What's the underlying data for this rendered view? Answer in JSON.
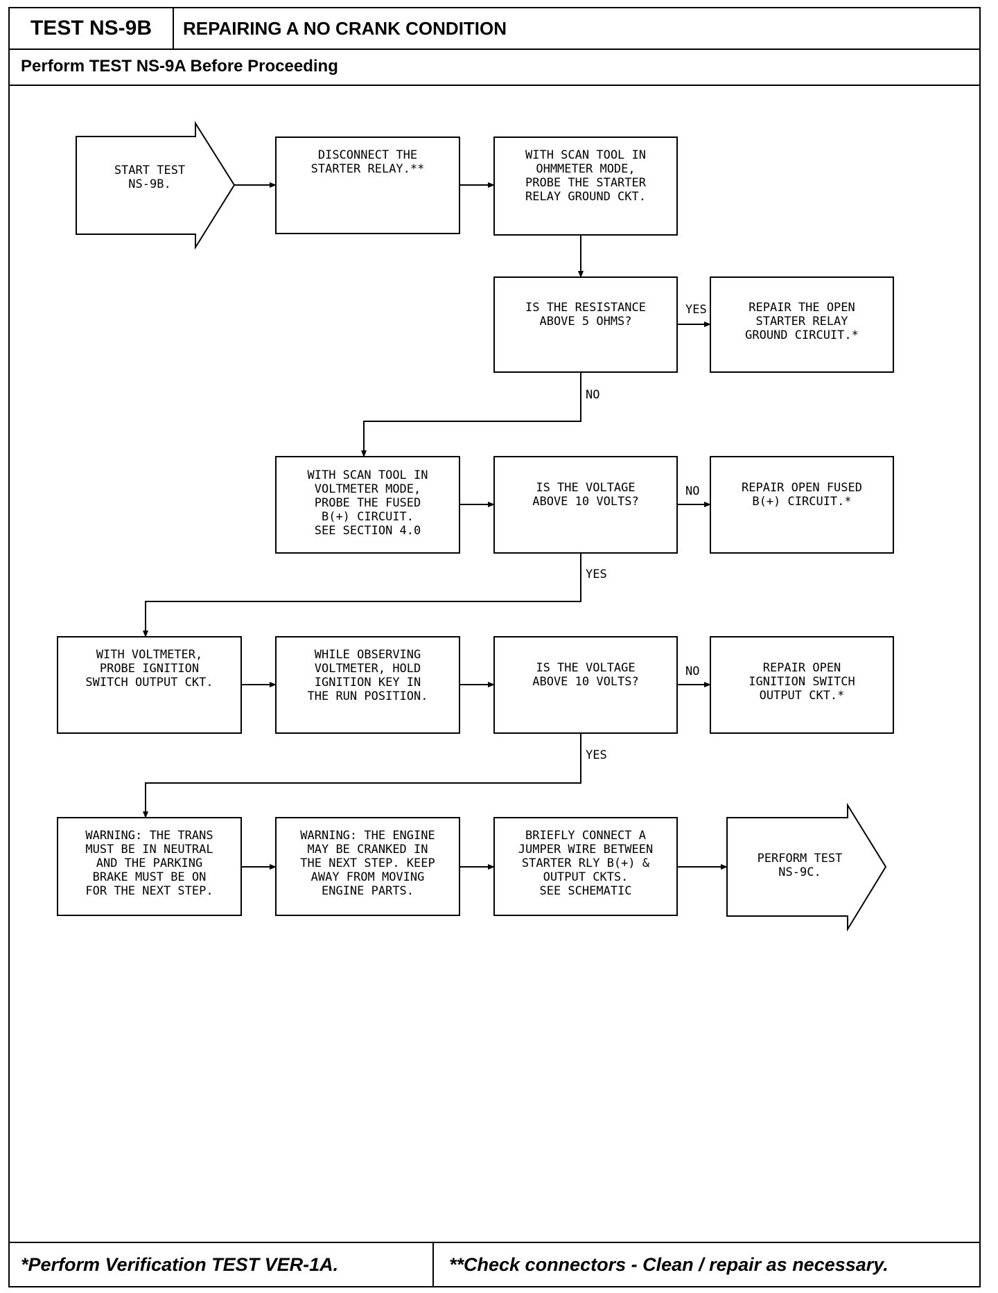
{
  "header": {
    "test_id": "TEST NS-9B",
    "title": "REPAIRING A NO CRANK CONDITION",
    "subtitle": "Perform TEST NS-9A Before Proceeding"
  },
  "footer": {
    "left": "*Perform Verification TEST VER-1A.",
    "right": "**Check connectors - Clean / repair as necessary."
  },
  "flow": {
    "start": [
      "START TEST",
      "NS-9B."
    ],
    "disconnect": [
      "DISCONNECT THE",
      "STARTER RELAY.**"
    ],
    "ohmmeter": [
      "WITH SCAN TOOL IN",
      "OHMMETER MODE,",
      "PROBE THE STARTER",
      "RELAY GROUND CKT."
    ],
    "q_resistance": [
      "IS THE RESISTANCE",
      "ABOVE 5 OHMS?"
    ],
    "repair_ground": [
      "REPAIR THE OPEN",
      "STARTER RELAY",
      "GROUND CIRCUIT.*"
    ],
    "voltmeter_fused": [
      "WITH SCAN TOOL IN",
      "VOLTMETER MODE,",
      "PROBE THE FUSED",
      "B(+) CIRCUIT.",
      "SEE SECTION 4.0"
    ],
    "q_voltage1": [
      "IS THE VOLTAGE",
      "ABOVE 10 VOLTS?"
    ],
    "repair_fused": [
      "REPAIR OPEN FUSED",
      "B(+) CIRCUIT.*"
    ],
    "probe_ignition": [
      "WITH VOLTMETER,",
      "PROBE IGNITION",
      "SWITCH OUTPUT CKT."
    ],
    "observe": [
      "WHILE OBSERVING",
      "VOLTMETER, HOLD",
      "IGNITION KEY IN",
      "THE RUN POSITION."
    ],
    "q_voltage2": [
      "IS THE VOLTAGE",
      "ABOVE 10 VOLTS?"
    ],
    "repair_ignition": [
      "REPAIR OPEN",
      "IGNITION SWITCH",
      "OUTPUT CKT.*"
    ],
    "warning_trans": [
      "WARNING: THE TRANS",
      "MUST BE IN NEUTRAL",
      "AND THE PARKING",
      "BRAKE MUST BE ON",
      "FOR THE NEXT STEP."
    ],
    "warning_engine": [
      "WARNING: THE ENGINE",
      "MAY BE CRANKED IN",
      "THE NEXT STEP. KEEP",
      "AWAY FROM MOVING",
      "ENGINE PARTS."
    ],
    "jumper": [
      "BRIEFLY CONNECT A",
      "JUMPER WIRE BETWEEN",
      "STARTER RLY B(+) &",
      "OUTPUT CKTS.",
      "SEE SCHEMATIC"
    ],
    "perform_next": [
      "PERFORM TEST",
      "NS-9C."
    ]
  },
  "labels": {
    "yes": "YES",
    "no": "NO"
  }
}
